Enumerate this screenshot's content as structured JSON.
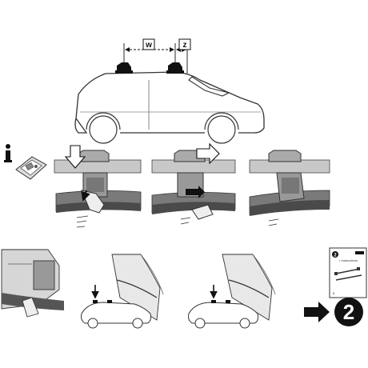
{
  "dimension_labels": {
    "width": "w",
    "offset": "z"
  },
  "info_icon": "info-icon",
  "manual": {
    "step": "2",
    "title": "• Instructions",
    "footnote": "8"
  },
  "next_step": {
    "number": "2",
    "icon": "arrow-right-icon"
  },
  "colors": {
    "ink": "#111111",
    "rail": "#6b6b6b",
    "pad": "#b0b0b0",
    "paper": "#ffffff"
  }
}
